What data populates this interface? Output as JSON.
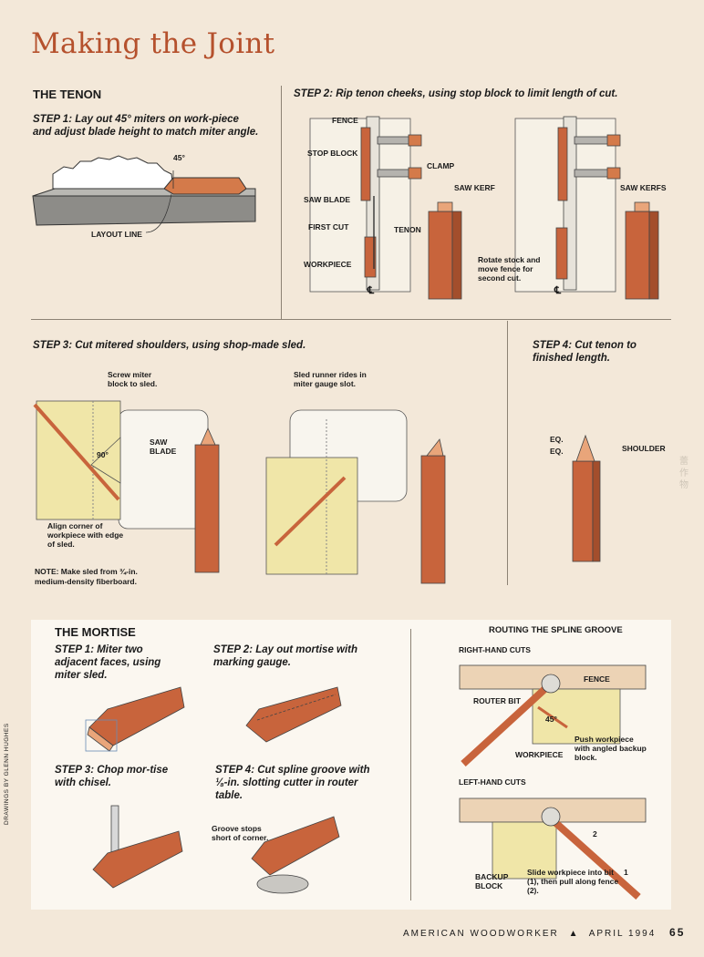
{
  "page": {
    "title": "Making the Joint",
    "footer": {
      "magazine": "AMERICAN WOODWORKER",
      "separator": "▲",
      "issue": "APRIL 1994",
      "page_number": "65"
    },
    "credit": "DRAWINGS BY GLENN HUGHES",
    "watermark": "蕾作物"
  },
  "tenon": {
    "heading": "THE TENON",
    "step1": {
      "text": "STEP 1: Lay out 45° miters on work-piece and adjust blade height to match miter angle.",
      "labels": {
        "angle": "45°",
        "layout_line": "LAYOUT LINE"
      }
    },
    "step2": {
      "text": "STEP 2: Rip tenon cheeks, using stop block to limit length of cut.",
      "labels": {
        "fence": "FENCE",
        "stop_block": "STOP BLOCK",
        "clamp": "CLAMP",
        "saw_blade": "SAW BLADE",
        "first_cut": "FIRST CUT",
        "tenon": "TENON",
        "workpiece": "WORKPIECE",
        "saw_kerf": "SAW KERF",
        "saw_kerfs": "SAW KERFS",
        "centerline": "℄",
        "rotate_note": "Rotate stock and move fence for second cut."
      }
    },
    "step3": {
      "text": "STEP 3: Cut mitered shoulders, using shop-made sled.",
      "labels": {
        "screw_miter": "Screw miter block to sled.",
        "angle90": "90°",
        "saw_blade": "SAW BLADE",
        "align_corner": "Align corner of workpiece with edge of sled.",
        "note": "NOTE: Make sled from ¾-in. medium-density fiberboard.",
        "sled_runner": "Sled runner rides in miter gauge slot."
      }
    },
    "step4": {
      "text": "STEP 4: Cut tenon to finished length.",
      "labels": {
        "eq1": "EQ.",
        "eq2": "EQ.",
        "shoulder": "SHOULDER"
      }
    }
  },
  "mortise": {
    "heading": "THE MORTISE",
    "step1": "STEP 1: Miter two adjacent faces, using miter sled.",
    "step2": "STEP 2: Lay out mortise with marking gauge.",
    "step3": "STEP 3: Chop mor-tise with chisel.",
    "step4": "STEP 4: Cut spline groove with ⅛-in. slotting cutter in router table.",
    "groove_note": "Groove stops short of corner."
  },
  "routing": {
    "heading": "ROUTING THE SPLINE GROOVE",
    "right": {
      "title": "RIGHT-HAND CUTS",
      "fence": "FENCE",
      "router_bit": "ROUTER BIT",
      "angle": "45°",
      "push": "Push workpiece with angled backup block.",
      "workpiece": "WORKPIECE"
    },
    "left": {
      "title": "LEFT-HAND CUTS",
      "backup_block": "BACKUP BLOCK",
      "slide": "Slide workpiece into bit (1), then pull along fence (2).",
      "n1": "1",
      "n2": "2"
    }
  },
  "colors": {
    "accent": "#b5512d",
    "background": "#f3e8d9",
    "wood": "#c8643c",
    "wood_light": "#e9a57a",
    "steel": "#9a9894",
    "sled": "#f0e6a8"
  }
}
